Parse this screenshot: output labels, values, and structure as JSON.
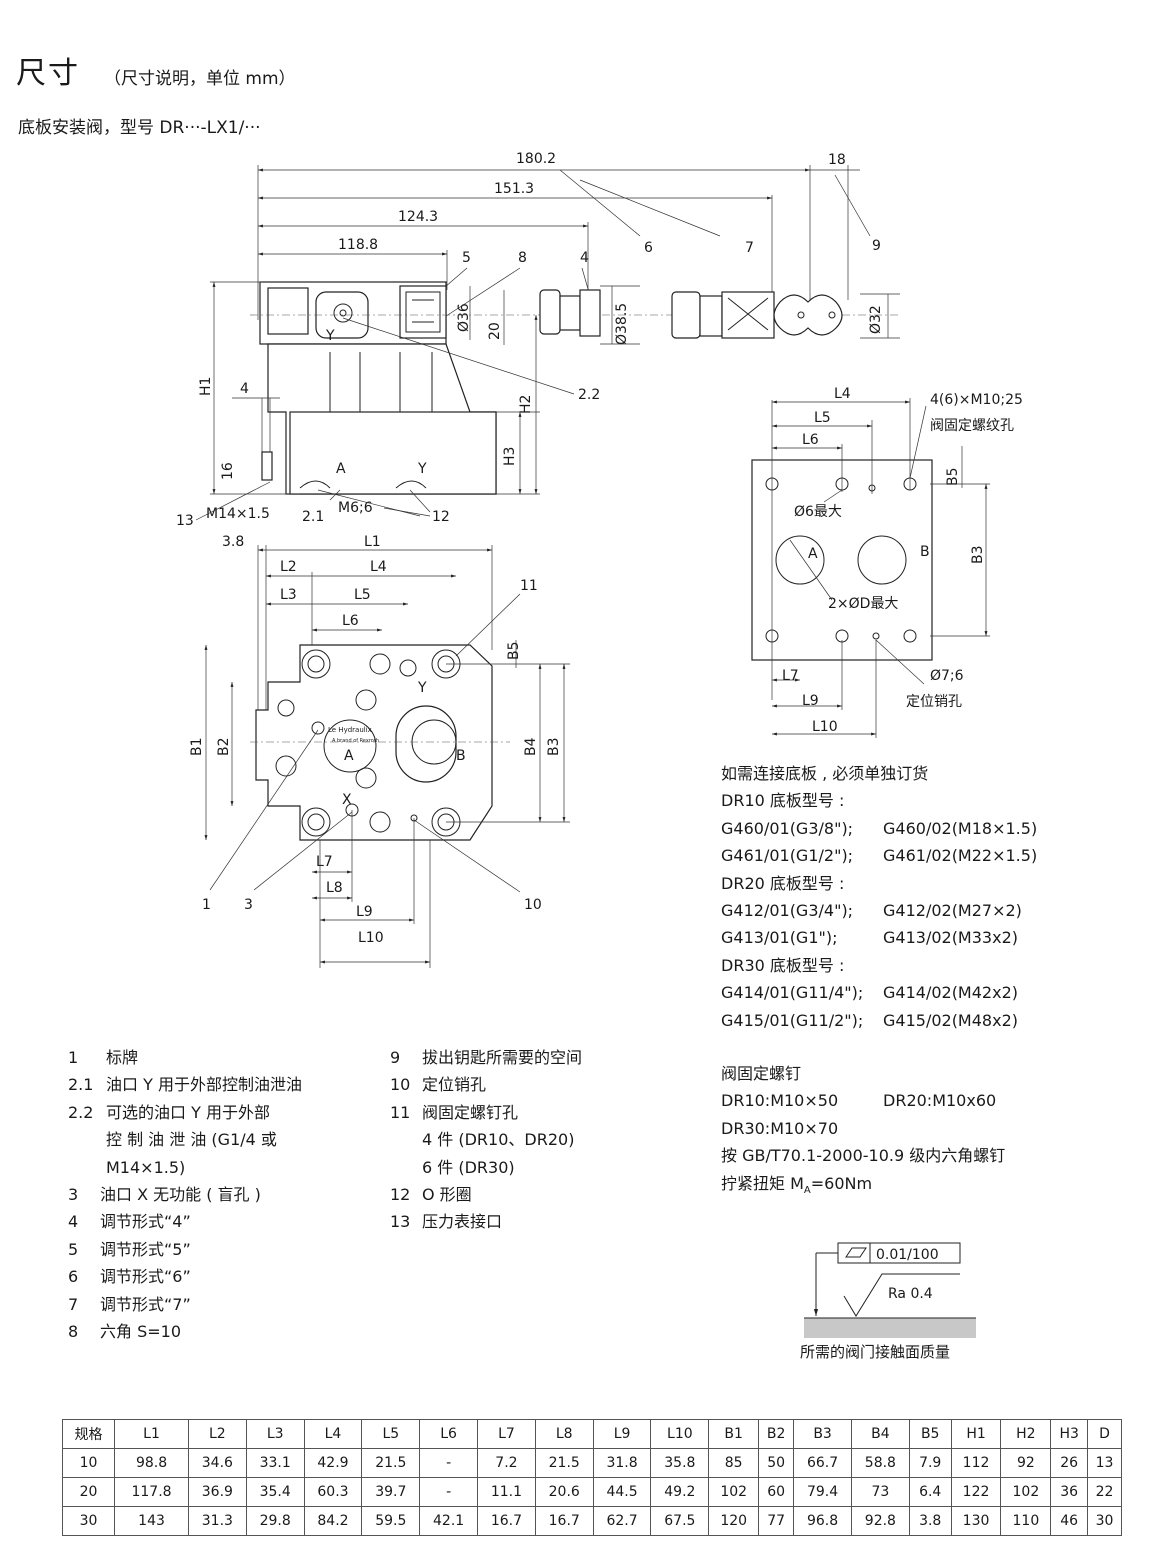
{
  "title": "尺寸",
  "title_note": "（尺寸说明，单位 mm）",
  "subtitle": "底板安装阀，型号 DR···-LX1/···",
  "drawing_labels": {
    "d180": "180.2",
    "d151": "151.3",
    "d124": "124.3",
    "d118": "118.8",
    "d18": "18",
    "n5": "5",
    "n8": "8",
    "n4": "4",
    "n6": "6",
    "n7": "7",
    "n9": "9",
    "dia36": "Ø36",
    "dia38": "Ø38.5",
    "dia32": "Ø32",
    "d20": "20",
    "n22": "2.2",
    "H1": "H1",
    "H2": "H2",
    "H3": "H3",
    "d4": "4",
    "d16": "16",
    "Y": "Y",
    "A": "A",
    "m6": "M6;6",
    "n13": "13",
    "m14": "M14×1.5",
    "n21": "2.1",
    "n12": "12",
    "d38": "3.8",
    "L1": "L1",
    "L2": "L2",
    "L3": "L3",
    "L4": "L4",
    "L5": "L5",
    "L6": "L6",
    "L7": "L7",
    "L8": "L8",
    "L9": "L9",
    "L10": "L10",
    "n11": "11",
    "B5": "B5",
    "B1": "B1",
    "B2": "B2",
    "B3": "B3",
    "B4": "B4",
    "B": "B",
    "X": "X",
    "n1": "1",
    "n3": "3",
    "n10": "10",
    "plate_screw": "4(6)×M10;25",
    "plate_screw_note": "阀固定螺纹孔",
    "dia6": "Ø6最大",
    "dD": "2×ØD最大",
    "dia76": "Ø7;6",
    "pin_hole": "定位销孔",
    "nameplate": "Le Hydraulix",
    "nameplate_sub": "A brand of Rexroth"
  },
  "legend_left": [
    {
      "num": "1",
      "text": "标牌"
    },
    {
      "num": "2.1",
      "text": "油口 Y 用于外部控制油泄油"
    },
    {
      "num": "2.2",
      "text": "可选的油口 Y 用于外部"
    },
    {
      "num": "",
      "text": "控 制 油 泄 油 (G1/4 或"
    },
    {
      "num": "",
      "text": "M14×1.5)"
    },
    {
      "num": "3",
      "text": "油口 X 无功能 ( 盲孔 )"
    },
    {
      "num": "4",
      "text": "调节形式“4”"
    },
    {
      "num": "5",
      "text": "调节形式“5”"
    },
    {
      "num": "6",
      "text": "调节形式“6”"
    },
    {
      "num": "7",
      "text": "调节形式“7”"
    },
    {
      "num": "8",
      "text": "六角 S=10"
    }
  ],
  "legend_right": [
    {
      "num": "9",
      "text": "拔出钥匙所需要的空间"
    },
    {
      "num": "10",
      "text": "定位销孔"
    },
    {
      "num": "11",
      "text": "阀固定螺钉孔"
    },
    {
      "num": "",
      "text": "4 件 (DR10、DR20)"
    },
    {
      "num": "",
      "text": "6 件 (DR30)"
    },
    {
      "num": "12",
      "text": "O 形圈"
    },
    {
      "num": "13",
      "text": "压力表接口"
    }
  ],
  "order": {
    "heading": "如需连接底板 , 必须单独订货",
    "groups": [
      {
        "title": "DR10 底板型号 :",
        "rows": [
          [
            "G460/01(G3/8\");",
            "G460/02(M18×1.5)"
          ],
          [
            "G461/01(G1/2\");",
            "G461/02(M22×1.5)"
          ]
        ]
      },
      {
        "title": "DR20 底板型号 :",
        "rows": [
          [
            "G412/01(G3/4\");",
            "G412/02(M27×2)"
          ],
          [
            "G413/01(G1\");",
            "G413/02(M33x2)"
          ]
        ]
      },
      {
        "title": "DR30 底板型号 :",
        "rows": [
          [
            "G414/01(G11/4\");",
            "G414/02(M42x2)"
          ],
          [
            "G415/01(G11/2\");",
            "G415/02(M48x2)"
          ]
        ]
      }
    ]
  },
  "screws": {
    "heading": "阀固定螺钉",
    "r1a": "DR10:M10×50",
    "r1b": "DR20:M10x60",
    "r2": "DR30:M10×70",
    "r3": "按 GB/T70.1-2000-10.9 级内六角螺钉",
    "r4_pre": "拧紧扭矩 M",
    "r4_sub": "A",
    "r4_post": "=60Nm"
  },
  "quality": {
    "flatness": "0.01/100",
    "roughness": "Ra 0.4",
    "label": "所需的阀门接触面质量"
  },
  "table": {
    "headers": [
      "规格",
      "L1",
      "L2",
      "L3",
      "L4",
      "L5",
      "L6",
      "L7",
      "L8",
      "L9",
      "L10",
      "B1",
      "B2",
      "B3",
      "B4",
      "B5",
      "H1",
      "H2",
      "H3",
      "D"
    ],
    "rows": [
      [
        "10",
        "98.8",
        "34.6",
        "33.1",
        "42.9",
        "21.5",
        "-",
        "7.2",
        "21.5",
        "31.8",
        "35.8",
        "85",
        "50",
        "66.7",
        "58.8",
        "7.9",
        "112",
        "92",
        "26",
        "13"
      ],
      [
        "20",
        "117.8",
        "36.9",
        "35.4",
        "60.3",
        "39.7",
        "-",
        "11.1",
        "20.6",
        "44.5",
        "49.2",
        "102",
        "60",
        "79.4",
        "73",
        "6.4",
        "122",
        "102",
        "36",
        "22"
      ],
      [
        "30",
        "143",
        "31.3",
        "29.8",
        "84.2",
        "59.5",
        "42.1",
        "16.7",
        "16.7",
        "62.7",
        "67.5",
        "120",
        "77",
        "96.8",
        "92.8",
        "3.8",
        "130",
        "110",
        "46",
        "30"
      ]
    ]
  }
}
